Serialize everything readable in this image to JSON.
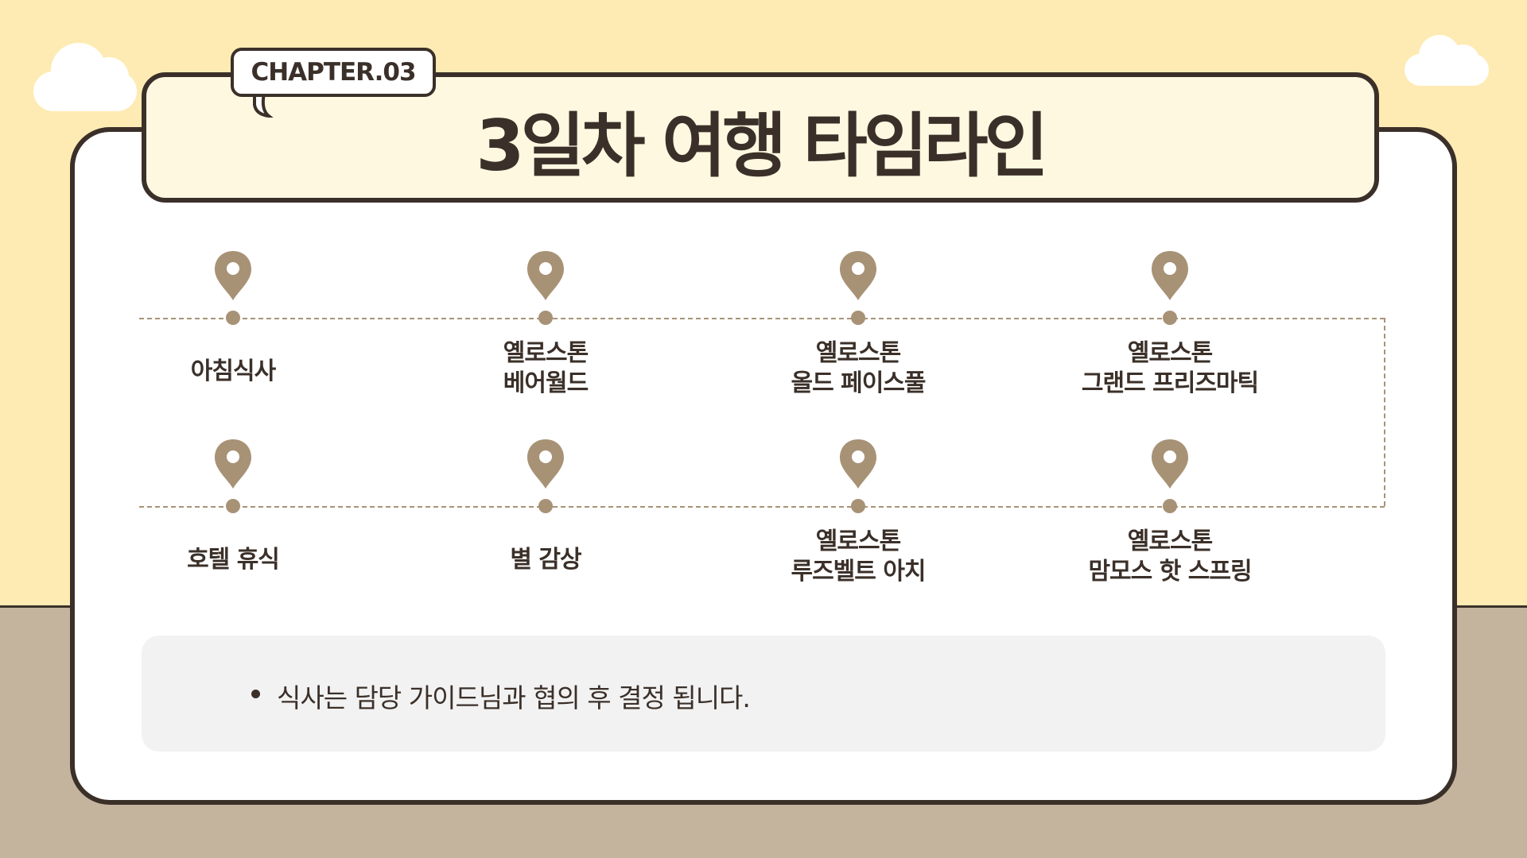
{
  "header": {
    "chapter": "CHAPTER.03",
    "title": "3일차 여행 타임라인"
  },
  "timeline": {
    "row1": [
      {
        "lines": [
          "아침식사"
        ]
      },
      {
        "lines": [
          "옐로스톤",
          "베어월드"
        ]
      },
      {
        "lines": [
          "옐로스톤",
          "올드 페이스풀"
        ]
      },
      {
        "lines": [
          "옐로스톤",
          "그랜드 프리즈마틱"
        ]
      }
    ],
    "row2": [
      {
        "lines": [
          "호텔 휴식"
        ]
      },
      {
        "lines": [
          "별 감상"
        ]
      },
      {
        "lines": [
          "옐로스톤",
          "루즈벨트 아치"
        ]
      },
      {
        "lines": [
          "옐로스톤",
          "맘모스 핫 스프링"
        ]
      }
    ]
  },
  "note": {
    "text": "식사는 담당 가이드님과 협의 후 결정 됩니다."
  },
  "colors": {
    "sky": "#FEEBB3",
    "ground": "#C4B49E",
    "accent": "#A89276",
    "ink": "#3B3029"
  }
}
